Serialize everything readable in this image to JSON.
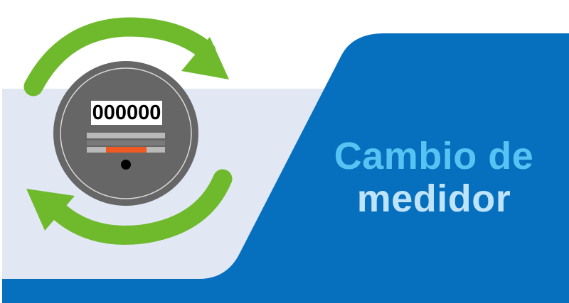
{
  "banner": {
    "title_line1": "Cambio de",
    "title_line2": "medidor"
  },
  "meter": {
    "reading": "000000"
  },
  "icons": {
    "arrows": "circular-refresh-arrows-icon",
    "meter": "electricity-meter-icon"
  },
  "colors": {
    "background": "#ffffff",
    "light_band": "#e1e8f4",
    "blue_panel": "#0670be",
    "title_line1": "#56c3f3",
    "title_line2": "#bfe3f8",
    "arrow_green": "#6fba2c",
    "meter_body": "#666666",
    "meter_ring": "#d8d8d8",
    "indicator_orange": "#f05a22"
  }
}
